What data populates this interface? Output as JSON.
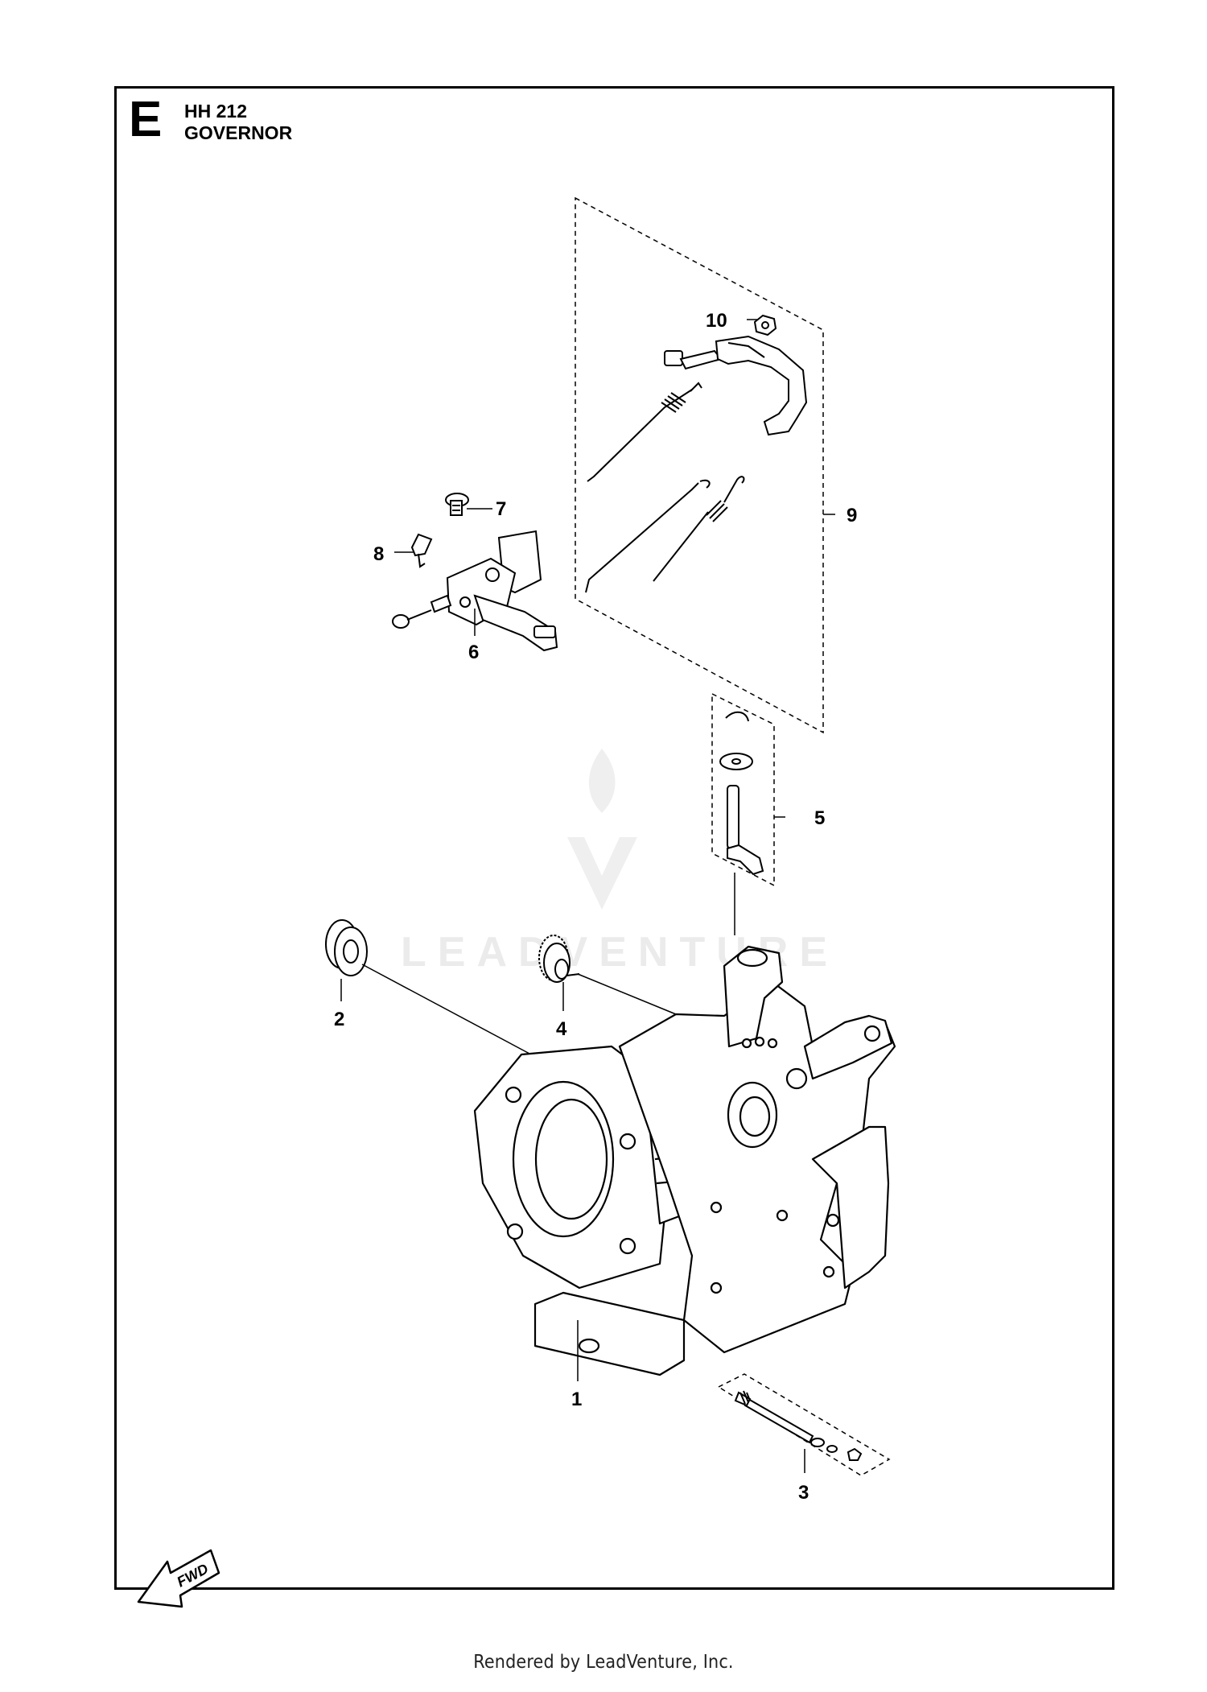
{
  "header": {
    "section_letter": "E",
    "model": "HH 212",
    "title": "GOVERNOR"
  },
  "watermark": {
    "text": "LEADVENTURE"
  },
  "callouts": [
    {
      "id": "1",
      "label": "1"
    },
    {
      "id": "2",
      "label": "2"
    },
    {
      "id": "3",
      "label": "3"
    },
    {
      "id": "4",
      "label": "4"
    },
    {
      "id": "5",
      "label": "5"
    },
    {
      "id": "6",
      "label": "6"
    },
    {
      "id": "7",
      "label": "7"
    },
    {
      "id": "8",
      "label": "8"
    },
    {
      "id": "9",
      "label": "9"
    },
    {
      "id": "10",
      "label": "10"
    }
  ],
  "fwd_label": "FWD",
  "footer": {
    "text": "Rendered by LeadVenture, Inc."
  }
}
